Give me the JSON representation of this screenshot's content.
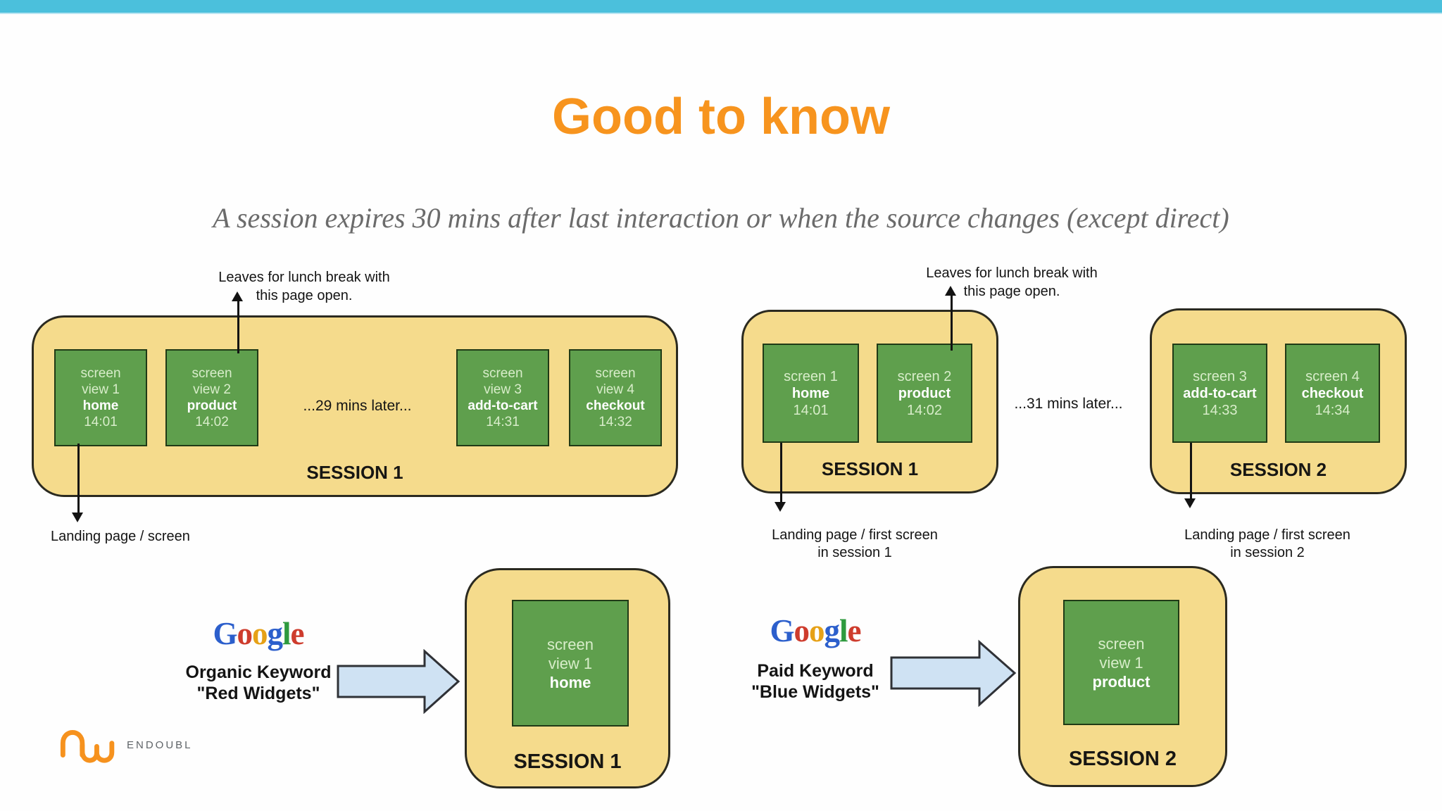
{
  "slide": {
    "title": "Good to know",
    "subtitle": "A session expires 30 mins after last interaction or when the source changes (except direct)"
  },
  "colors": {
    "top_bar": "#4BC0DC",
    "title": "#F7941E",
    "subtitle": "#6B6B6B",
    "session_fill": "#F5DB8C",
    "session_border": "#2B2A20",
    "screen_fill": "#5F9F4D",
    "screen_border": "#203A16",
    "screen_text": "#D8EDCA",
    "screen_page_text": "#FFFFFF",
    "note_text": "#141414",
    "flow_arrow_fill": "#CFE2F3",
    "flow_arrow_border": "#2F3136",
    "logo_orange": "#F6921E",
    "logo_text": "#5F6468"
  },
  "top_left_diagram": {
    "lunch_note": [
      "Leaves for lunch break with",
      "this page open."
    ],
    "session_label": "SESSION 1",
    "gap_text": "...29 mins later...",
    "landing_note": [
      "Landing page / screen"
    ],
    "screens": [
      {
        "line1": "screen",
        "line2": "view 1",
        "page": "home",
        "time": "14:01"
      },
      {
        "line1": "screen",
        "line2": "view 2",
        "page": "product",
        "time": "14:02"
      },
      {
        "line1": "screen",
        "line2": "view 3",
        "page": "add-to-cart",
        "time": "14:31"
      },
      {
        "line1": "screen",
        "line2": "view 4",
        "page": "checkout",
        "time": "14:32"
      }
    ]
  },
  "top_right_diagram": {
    "lunch_note": [
      "Leaves for lunch break with",
      "this page open."
    ],
    "gap_text": "...31 mins later...",
    "session1": {
      "label": "SESSION 1",
      "landing_note": [
        "Landing page / first screen",
        "in session 1"
      ],
      "screens": [
        {
          "line1": "screen 1",
          "page": "home",
          "time": "14:01"
        },
        {
          "line1": "screen 2",
          "page": "product",
          "time": "14:02"
        }
      ]
    },
    "session2": {
      "label": "SESSION 2",
      "landing_note": [
        "Landing page / first screen",
        "in session 2"
      ],
      "screens": [
        {
          "line1": "screen 3",
          "page": "add-to-cart",
          "time": "14:33"
        },
        {
          "line1": "screen 4",
          "page": "checkout",
          "time": "14:34"
        }
      ]
    }
  },
  "bottom_left_diagram": {
    "google_letters": [
      "G",
      "o",
      "o",
      "g",
      "l",
      "e"
    ],
    "source": [
      "Organic Keyword",
      "\"Red Widgets\""
    ],
    "session_label": "SESSION 1",
    "screen": {
      "line1": "screen",
      "line2": "view 1",
      "page": "home"
    }
  },
  "bottom_right_diagram": {
    "google_letters": [
      "G",
      "o",
      "o",
      "g",
      "l",
      "e"
    ],
    "source": [
      "Paid Keyword",
      "\"Blue Widgets\""
    ],
    "session_label": "SESSION 2",
    "screen": {
      "line1": "screen",
      "line2": "view 1",
      "page": "product"
    }
  },
  "footer_logo": {
    "text": "ENDOUBL"
  }
}
